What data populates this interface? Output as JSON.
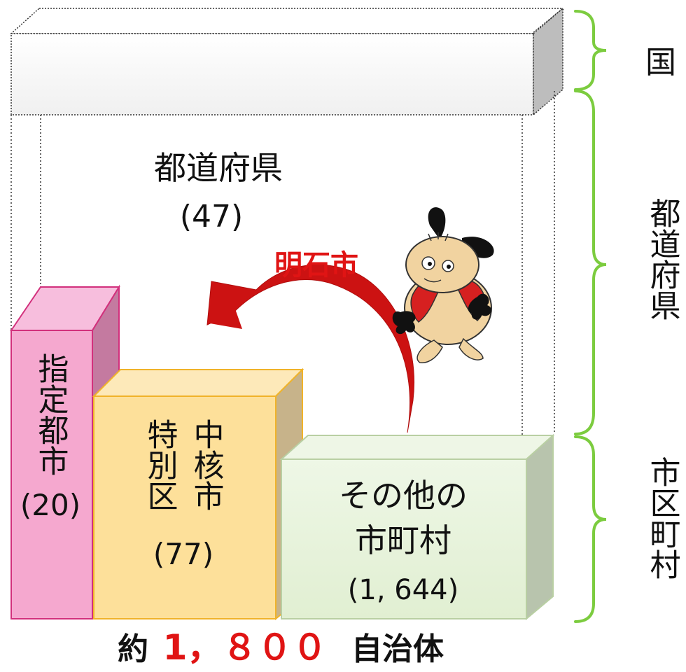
{
  "tiers": {
    "country": "国",
    "prefecture_side": "都道府県",
    "municipality_side": "市区町村"
  },
  "prefecture": {
    "name": "都道府県",
    "count": "(47)"
  },
  "designated_city": {
    "name": "指定都市",
    "count": "(20)"
  },
  "special_ward": {
    "name": "特別区"
  },
  "core_city": {
    "name": "中核市",
    "count": "(77)"
  },
  "other_municipalities": {
    "name_line1": "その他の",
    "name_line2": "市町村",
    "count": "(1, 644)"
  },
  "transition": {
    "label": "明石市"
  },
  "total": {
    "prefix": "約",
    "number": "1，８００",
    "suffix": "自治体"
  },
  "colors": {
    "designated_fill": "#f5a8cf",
    "designated_stroke": "#d2307c",
    "core_fill": "#fde09a",
    "core_stroke": "#f0b32a",
    "other_fill": "#e6f3d8",
    "other_stroke": "#b9cfa3",
    "bracket": "#7ccc3f",
    "arrow": "#cc1212",
    "accent_red": "#e01414"
  }
}
